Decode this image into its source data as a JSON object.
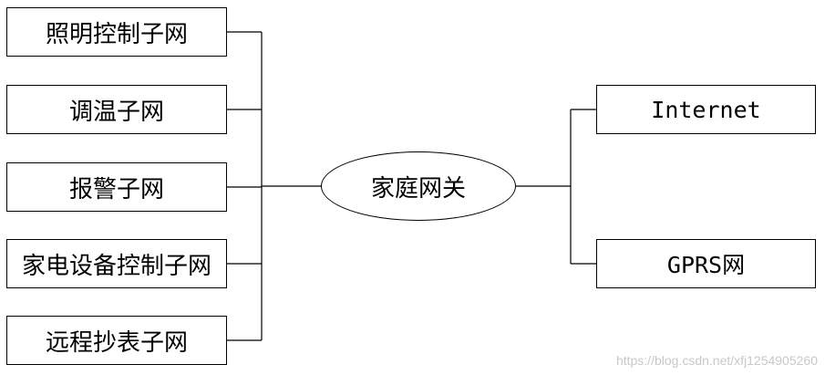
{
  "left_subnets": [
    {
      "label": "照明控制子网"
    },
    {
      "label": "调温子网"
    },
    {
      "label": "报警子网"
    },
    {
      "label": "家电设备控制子网"
    },
    {
      "label": "远程抄表子网"
    }
  ],
  "gateway": {
    "label": "家庭网关"
  },
  "right_networks": [
    {
      "label": "Internet"
    },
    {
      "label": "GPRS网"
    }
  ],
  "watermark": "https://blog.csdn.net/xfj1254905260",
  "colors": {
    "stroke": "#000000",
    "background": "#ffffff",
    "watermark": "#c8c8c8"
  }
}
